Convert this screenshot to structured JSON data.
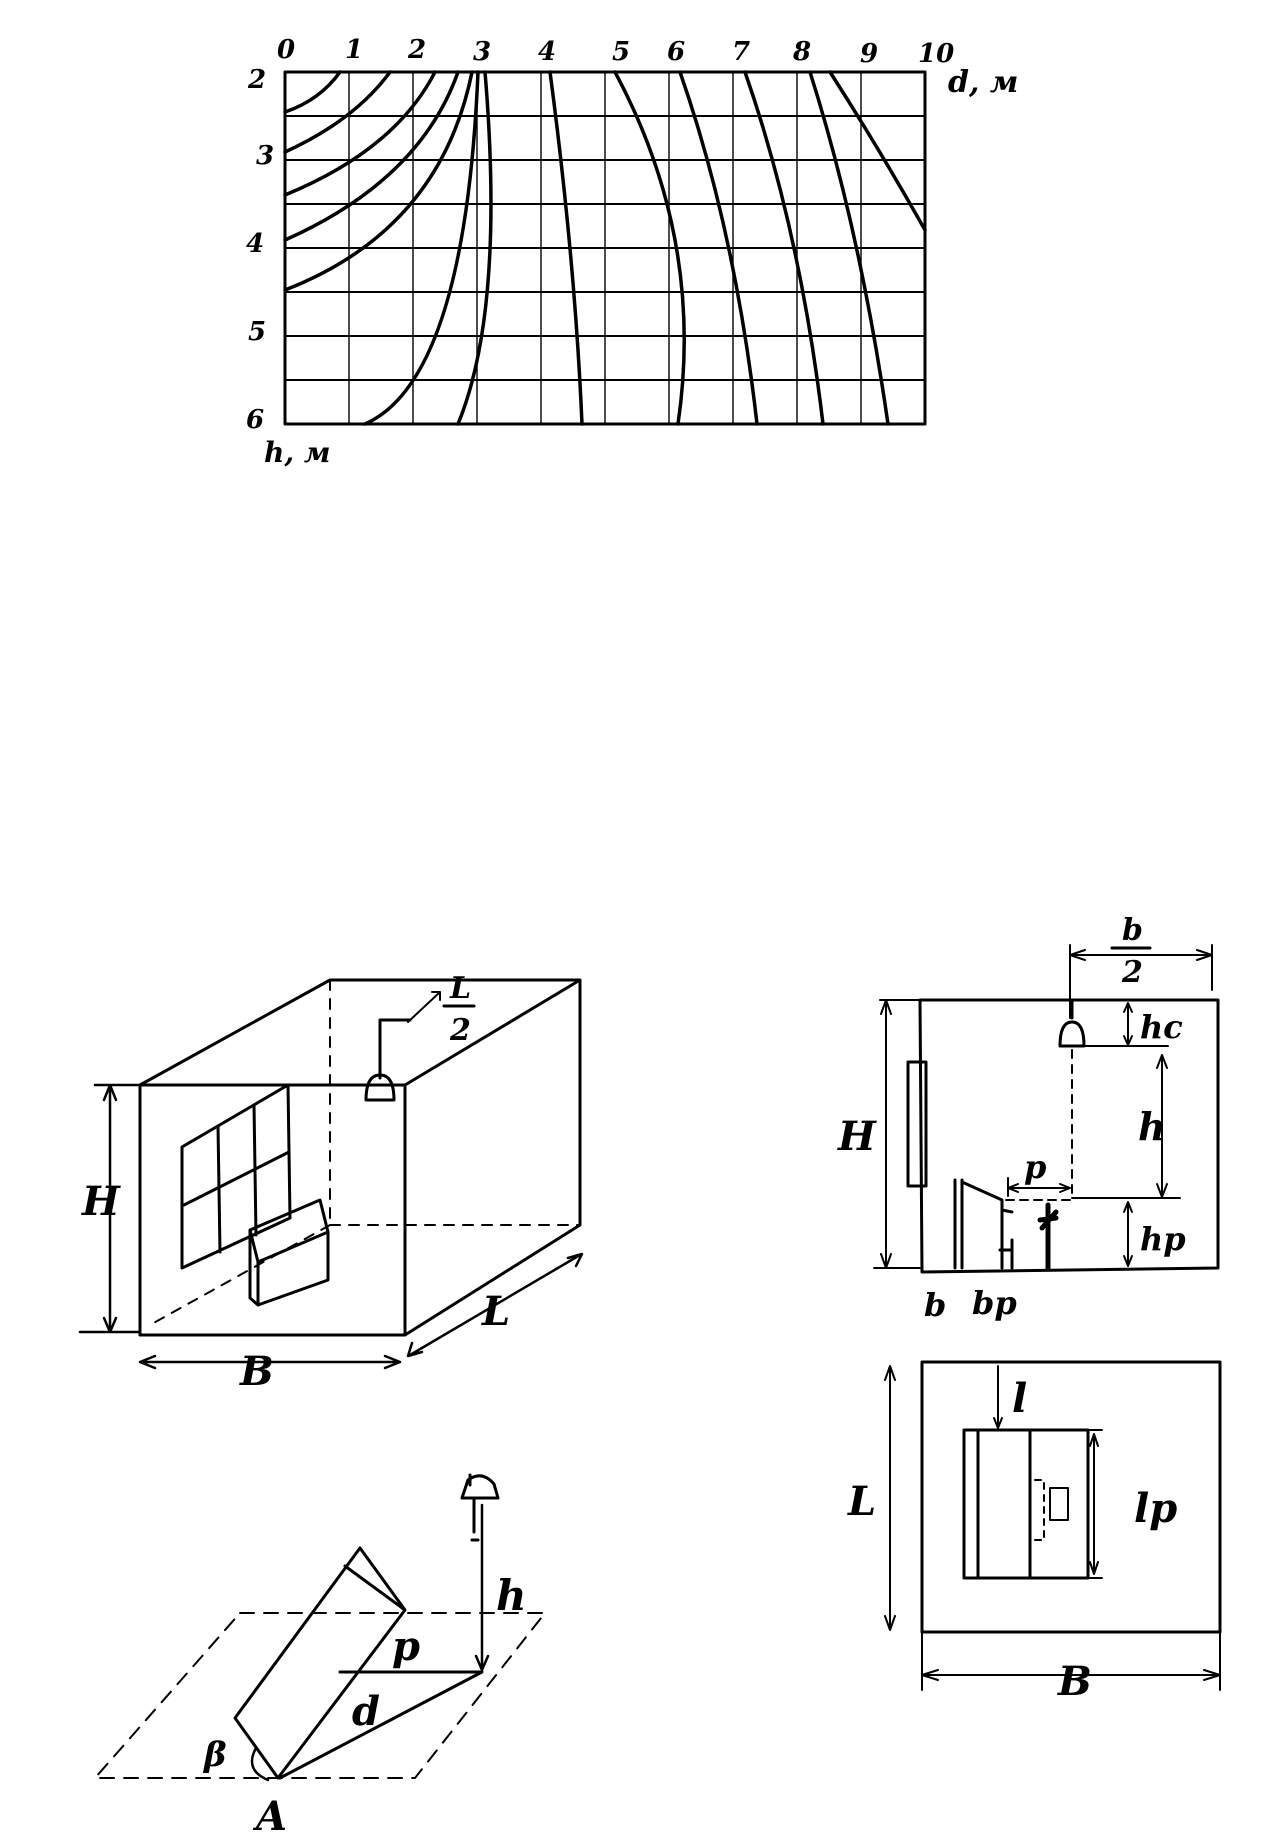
{
  "nomogram": {
    "x_ticks": [
      "0",
      "1",
      "2",
      "3",
      "4",
      "5",
      "6",
      "7",
      "8",
      "9",
      "10"
    ],
    "x_axis_label": "d, м",
    "y_ticks": [
      "2",
      "3",
      "4",
      "5",
      "6"
    ],
    "y_axis_label": "h, м"
  },
  "room_iso": {
    "height_label": "H",
    "width_label": "B",
    "length_label": "L",
    "half_l_num": "L",
    "half_l_den": "2"
  },
  "section": {
    "half_b_num": "b",
    "half_b_den": "2",
    "hc_label": "hc",
    "H_label": "H",
    "h_label": "h",
    "p_label": "p",
    "hp_label": "hp",
    "b_label": "b",
    "bp_label": "bp"
  },
  "plan": {
    "l_label": "l",
    "lp_label": "lp",
    "L_label": "L",
    "B_label": "B"
  },
  "geometry": {
    "h_label": "h",
    "p_label": "p",
    "d_label": "d",
    "beta_label": "β",
    "A_label": "A"
  }
}
